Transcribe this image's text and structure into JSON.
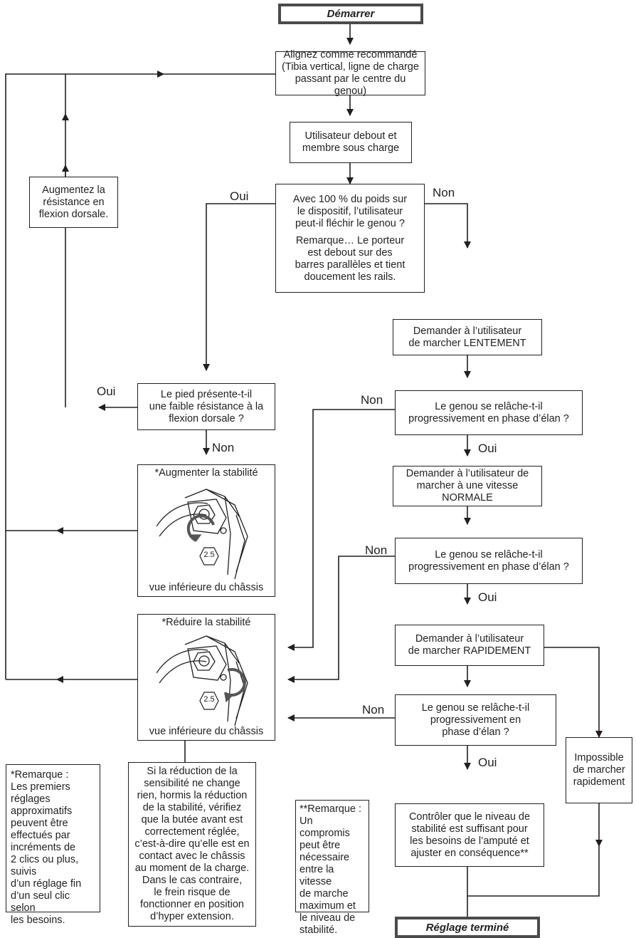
{
  "start": "Démarrer",
  "end": "Réglage terminé",
  "align": [
    "Alignez comme recommandé",
    "(Tibia vertical, ligne de charge",
    "passant par le centre du genou)"
  ],
  "standing": [
    "Utilisateur debout et",
    "membre sous charge"
  ],
  "q_flex": {
    "question": [
      "Avec 100 % du poids sur",
      "le dispositif, l’utilisateur",
      "peut-il fléchir le genou ?"
    ],
    "note": [
      "Remarque… Le porteur",
      "est debout sur des",
      "barres parallèles et tient",
      "doucement les rails."
    ]
  },
  "increase_resistance": [
    "Augmentez la",
    "résistance en",
    "flexion dorsale."
  ],
  "q_foot": [
    "Le pied présente-t-il",
    "une faible résistance à la",
    "flexion dorsale ?"
  ],
  "increase_stability": {
    "caption": "*Augmenter la stabilité",
    "footer": "vue inférieure du châssis",
    "hex": "2.5"
  },
  "reduce_stability": {
    "caption": "*Réduire la stabilité",
    "footer": "vue inférieure du châssis",
    "hex": "2.5"
  },
  "walk_slow": [
    "Demander à l’utilisateur",
    "de marcher LENTEMENT"
  ],
  "q_knee1": [
    "Le genou se relâche-t-il",
    "progressivement en phase d’élan ?"
  ],
  "walk_normal": [
    "Demander à l’utilisateur de",
    "marcher à une vitesse NORMALE"
  ],
  "q_knee2": [
    "Le genou se relâche-t-il",
    "progressivement en phase d’élan ?"
  ],
  "walk_fast": [
    "Demander à l’utilisateur",
    "de marcher RAPIDEMENT"
  ],
  "q_knee3": [
    "Le genou se relâche-t-il",
    "progressivement en",
    "phase d’élan ?"
  ],
  "cannot_fast": [
    "Impossible",
    "de marcher",
    "rapidement"
  ],
  "check_stability": [
    "Contrôler que le niveau de",
    "stabilité est suffisant pour",
    "les besoins de l’amputé et",
    "ajuster en conséquence**"
  ],
  "note_star": [
    "*Remarque :",
    "Les premiers",
    "réglages",
    "approximatifs",
    "peuvent être",
    "effectués par",
    "incréments de",
    "2 clics ou plus, suivis",
    "d’un réglage fin",
    "d’un seul clic selon",
    "les besoins."
  ],
  "note_reduce": [
    "Si la réduction de la",
    "sensibilité ne change",
    "rien, hormis la réduction",
    "de la stabilité, vérifiez",
    "que la butée avant est",
    "correctement réglée,",
    "c’est-à-dire qu’elle est en",
    "contact avec le châssis",
    "au moment de la charge.",
    "Dans le cas contraire,",
    "le frein risque de",
    "fonctionner en position",
    "d’hyper extension."
  ],
  "note_double": [
    "**Remarque :",
    "Un compromis",
    "peut être",
    "nécessaire",
    "entre la vitesse",
    "de marche",
    "maximum et",
    "le niveau de",
    "stabilité."
  ],
  "labels": {
    "oui_flex": "Oui",
    "non_flex": "Non",
    "oui_foot": "Oui",
    "non_foot": "Non",
    "non_knee1": "Non",
    "oui_knee1": "Oui",
    "non_knee2": "Non",
    "oui_knee2": "Oui",
    "non_knee3": "Non",
    "oui_knee3": "Oui"
  },
  "colors": {
    "line": "#231f20",
    "terminal_border": "#4b4b4b",
    "background": "#ffffff"
  }
}
